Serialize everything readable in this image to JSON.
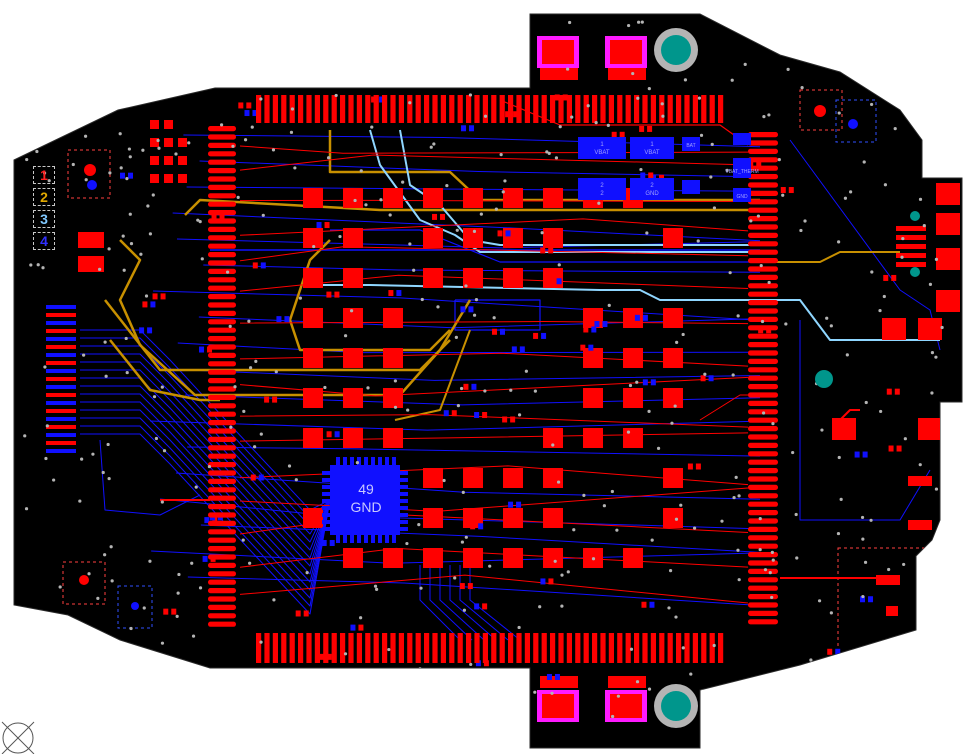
{
  "colors": {
    "background": "#ffffff",
    "board": "#000000",
    "top_copper": "#ff0000",
    "bottom_copper": "#1010ff",
    "mid_layer_1": "#c89000",
    "mid_layer_2": "#8fd6ff",
    "overlay": "#ff4040",
    "mounting_hole": "#00968c",
    "pad_magenta": "#ff1aff",
    "via": "#b4b4b4"
  },
  "layer_tabs": [
    {
      "label": "1",
      "color": "#ff2020"
    },
    {
      "label": "2",
      "color": "#e0a800"
    },
    {
      "label": "3",
      "color": "#80c8ff"
    },
    {
      "label": "4",
      "color": "#3030ff"
    }
  ],
  "center_chip": {
    "pad_number": "49",
    "net": "GND"
  },
  "bottom_pads": [
    {
      "pad_number": "1",
      "net": "VBAT"
    },
    {
      "pad_number": "1",
      "net": "VBAT"
    },
    {
      "pad_number": "2",
      "net": "2"
    },
    {
      "pad_number": "2",
      "net": "GND"
    }
  ],
  "small_labels": [
    "VBAT_THERM",
    "GND",
    "BAT"
  ],
  "icons": [
    "origin-crosshair-icon"
  ]
}
